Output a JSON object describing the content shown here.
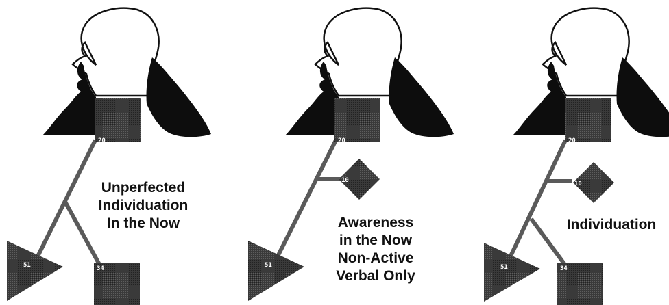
{
  "colors": {
    "background": "#ffffff",
    "outline": "#111111",
    "silhouette": "#0d0d0d",
    "node_fill": "#3a3a3a",
    "connector": "#5a5a5a",
    "label_text": "#ffffff"
  },
  "panels": [
    {
      "caption_lines": [
        "Unperfected",
        "Individuation",
        "In the Now"
      ],
      "nodes": {
        "square_top": "20",
        "triangle_left": "51",
        "square_bottom": "34"
      }
    },
    {
      "caption_lines": [
        "Awareness",
        "in the Now",
        "Non-Active",
        "Verbal Only"
      ],
      "nodes": {
        "square_top": "20",
        "diamond": "10",
        "triangle_left": "51"
      }
    },
    {
      "caption_lines": [
        "Individuation"
      ],
      "nodes": {
        "square_top": "20",
        "diamond": "10",
        "triangle_left": "51",
        "square_bottom": "34"
      }
    }
  ]
}
